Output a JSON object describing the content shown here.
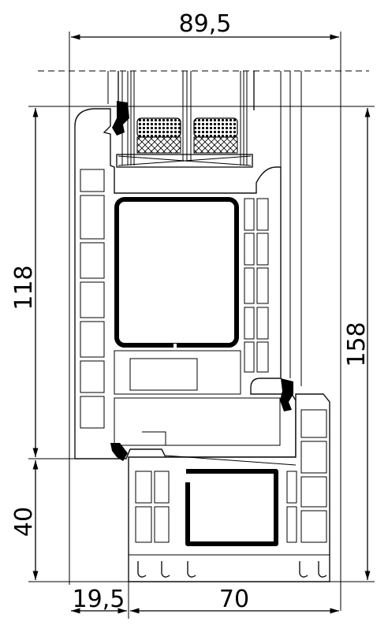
{
  "dimensions": {
    "top_width": "89,5",
    "left_upper_height": "118",
    "left_lower_height": "40",
    "right_total_height": "158",
    "bottom_left_width": "19,5",
    "bottom_right_width": "70"
  }
}
